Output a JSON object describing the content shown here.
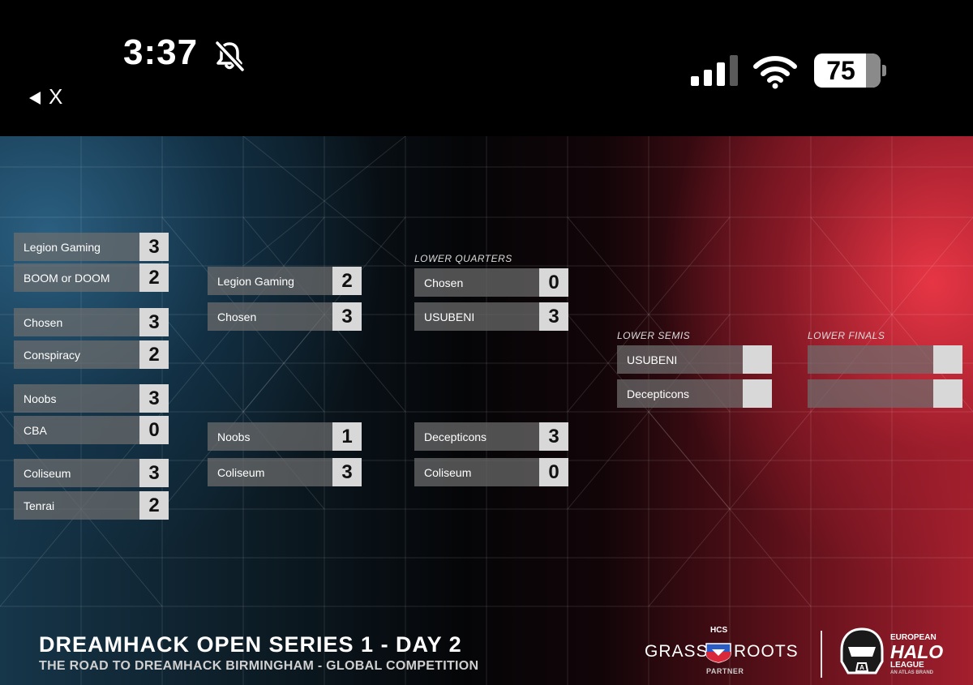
{
  "status_bar": {
    "time": "3:37",
    "back_label": "X",
    "battery": "75",
    "silent_icon": "bell-slash-icon",
    "signal_icon": "cellular-signal-icon",
    "wifi_icon": "wifi-icon"
  },
  "bracket": {
    "round1": [
      {
        "team": "Legion Gaming",
        "score": "3"
      },
      {
        "team": "BOOM or DOOM",
        "score": "2"
      },
      {
        "team": "Chosen",
        "score": "3"
      },
      {
        "team": "Conspiracy",
        "score": "2"
      },
      {
        "team": "Noobs",
        "score": "3"
      },
      {
        "team": "CBA",
        "score": "0"
      },
      {
        "team": "Coliseum",
        "score": "3"
      },
      {
        "team": "Tenrai",
        "score": "2"
      }
    ],
    "round2": [
      {
        "team": "Legion Gaming",
        "score": "2"
      },
      {
        "team": "Chosen",
        "score": "3"
      },
      {
        "team": "Noobs",
        "score": "1"
      },
      {
        "team": "Coliseum",
        "score": "3"
      }
    ],
    "lower_quarters": {
      "label": "LOWER QUARTERS",
      "teams": [
        {
          "team": "Chosen",
          "score": "0"
        },
        {
          "team": "USUBENI",
          "score": "3"
        },
        {
          "team": "Decepticons",
          "score": "3"
        },
        {
          "team": "Coliseum",
          "score": "0"
        }
      ]
    },
    "lower_semis": {
      "label": "LOWER SEMIS",
      "teams": [
        {
          "team": "USUBENI",
          "score": ""
        },
        {
          "team": "Decepticons",
          "score": ""
        }
      ]
    },
    "lower_finals": {
      "label": "LOWER FINALS",
      "teams": [
        {
          "team": "",
          "score": ""
        },
        {
          "team": "",
          "score": ""
        }
      ]
    }
  },
  "footer": {
    "title": "DREAMHACK OPEN SERIES 1 - DAY 2",
    "subtitle": "THE ROAD TO DREAMHACK BIRMINGHAM - GLOBAL COMPETITION",
    "partner_logo": {
      "top": "HCS",
      "left": "GRASS",
      "right": "ROOTS",
      "bottom": "PARTNER"
    },
    "league_logo": {
      "line1": "EUROPEAN",
      "line2": "HALO",
      "line3": "LEAGUE",
      "line4": "AN ATLAS BRAND"
    }
  }
}
